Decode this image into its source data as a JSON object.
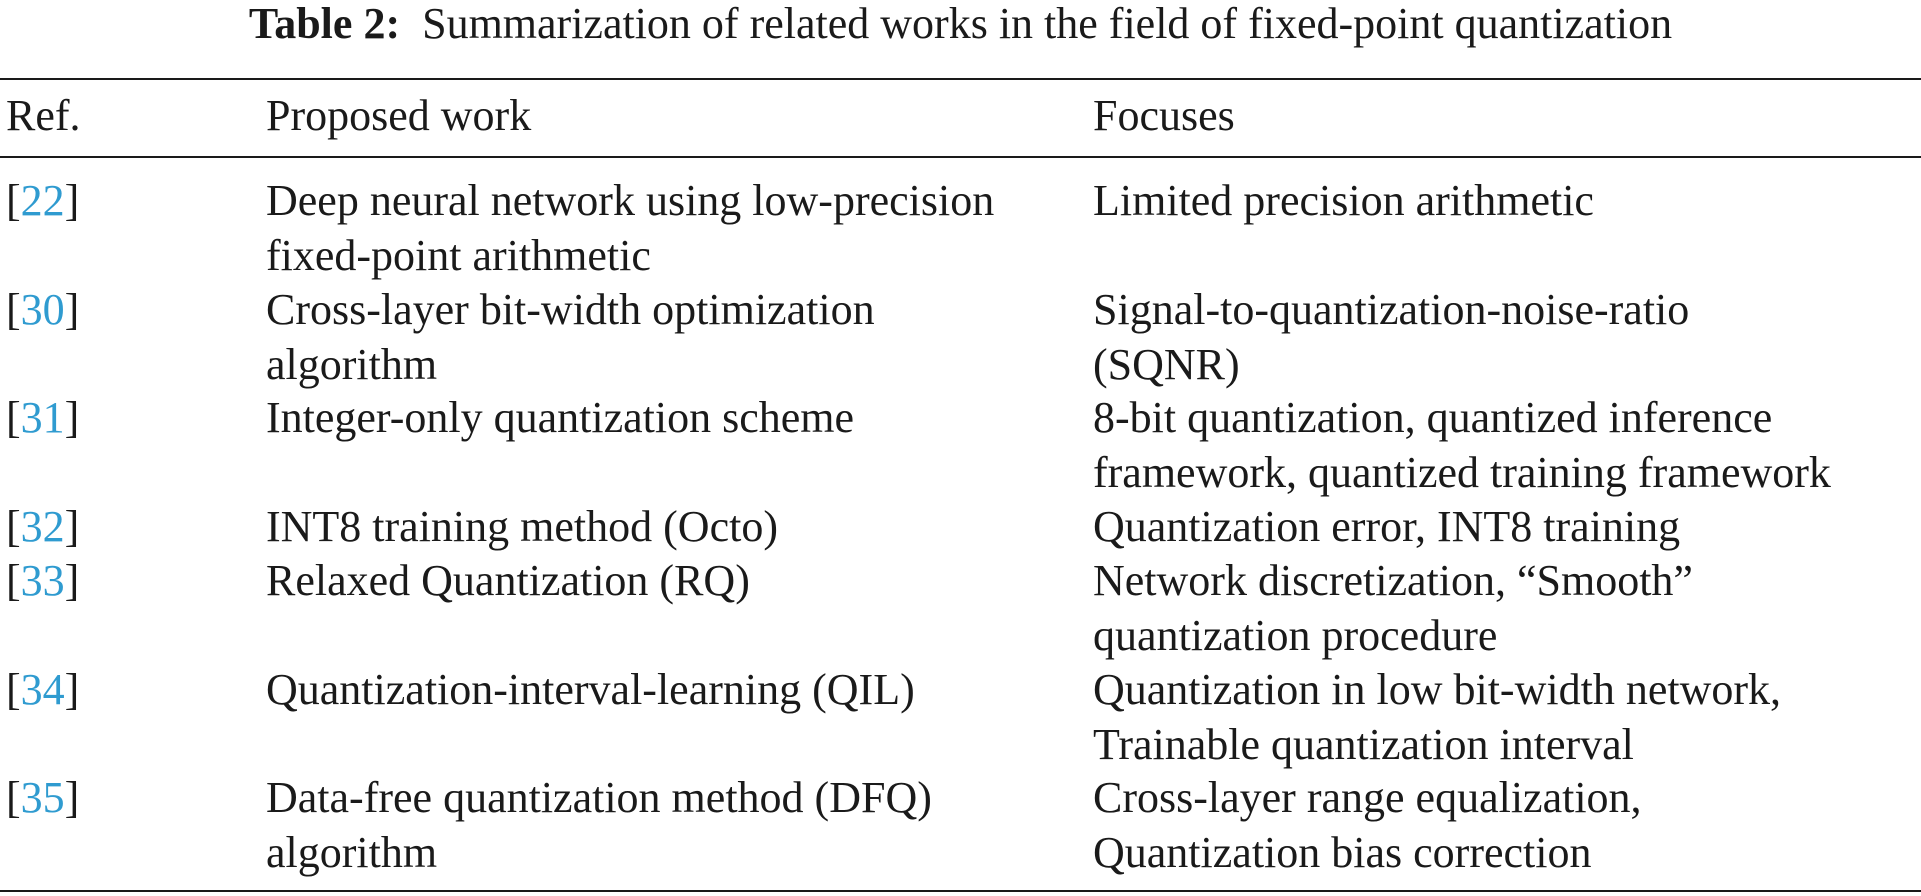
{
  "caption": {
    "label": "Table 2:",
    "text": "Summarization of related works in the field of fixed-point quantization"
  },
  "columns": {
    "ref": "Ref.",
    "work": "Proposed work",
    "focus": "Focuses"
  },
  "rows": [
    {
      "ref": "22",
      "work": [
        "Deep neural network using low-precision",
        "fixed-point arithmetic"
      ],
      "focus": [
        "Limited precision arithmetic"
      ]
    },
    {
      "ref": "30",
      "work": [
        "Cross-layer bit-width optimization",
        "algorithm"
      ],
      "focus": [
        "Signal-to-quantization-noise-ratio",
        "(SQNR)"
      ]
    },
    {
      "ref": "31",
      "work": [
        "Integer-only quantization scheme"
      ],
      "focus": [
        "8-bit quantization, quantized inference",
        "framework, quantized training framework"
      ]
    },
    {
      "ref": "32",
      "work": [
        "INT8 training method (Octo)"
      ],
      "focus": [
        "Quantization error, INT8 training"
      ]
    },
    {
      "ref": "33",
      "work": [
        "Relaxed Quantization (RQ)"
      ],
      "focus": [
        "Network discretization, “Smooth”",
        "quantization procedure"
      ]
    },
    {
      "ref": "34",
      "work": [
        "Quantization-interval-learning (QIL)"
      ],
      "focus": [
        "Quantization in low bit-width network,",
        "Trainable quantization interval"
      ]
    },
    {
      "ref": "35",
      "work": [
        "Data-free quantization method (DFQ)",
        "algorithm"
      ],
      "focus": [
        "Cross-layer range equalization,",
        "Quantization bias correction"
      ]
    }
  ],
  "colors": {
    "text": "#1a1a1a",
    "ref_link": "#2f9bd0"
  }
}
